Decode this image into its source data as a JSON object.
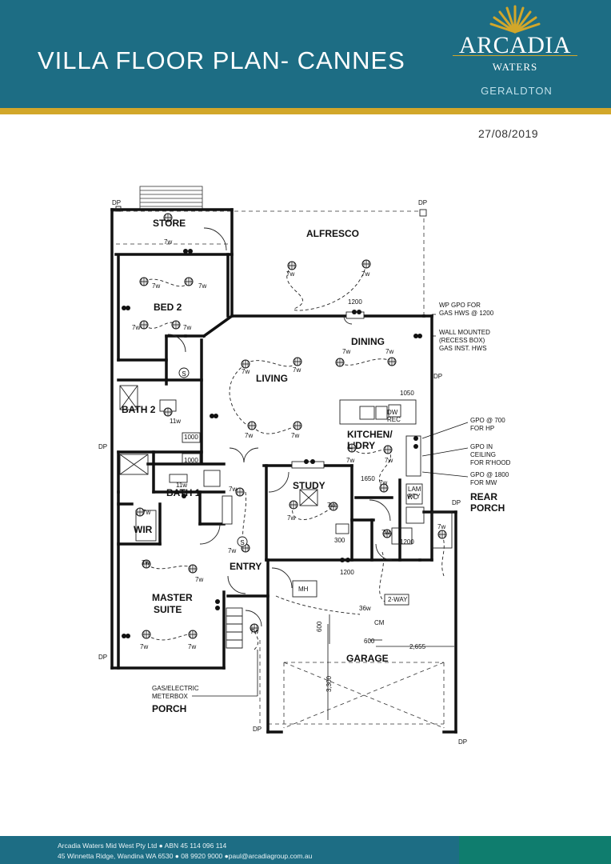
{
  "header": {
    "title": "VILLA FLOOR PLAN- CANNES",
    "logo_name": "ARCADIA",
    "logo_sub": "WATERS",
    "location": "GERALDTON"
  },
  "date": "27/08/2019",
  "rooms": {
    "store": "STORE",
    "alfresco": "ALFRESCO",
    "bed2": "BED 2",
    "dining": "DINING",
    "living": "LIVING",
    "bath2": "BATH 2",
    "kitchen_1": "KITCHEN/",
    "kitchen_2": "L'DRY",
    "study": "STUDY",
    "bath1": "BATH 1",
    "wir": "WIR",
    "entry": "ENTRY",
    "master_1": "MASTER",
    "master_2": "SUITE",
    "garage": "GARAGE",
    "porch": "PORCH",
    "rear_porch_1": "REAR",
    "rear_porch_2": "PORCH"
  },
  "labels": {
    "dp": "DP",
    "w7": "7w",
    "w11": "11w",
    "w36": "36w",
    "s": "S",
    "dim_1200": "1200",
    "dim_1050": "1050",
    "dim_1000": "1000",
    "dim_1650": "1650",
    "dim_300": "300",
    "dim_600": "600",
    "dim_2655": "2,655",
    "dim_3300": "3,300",
    "dw": "DW",
    "rec": "REC",
    "mh": "MH",
    "cm": "CM",
    "two_way": "2-WAY",
    "wc": "WC",
    "lam_1": "LAM",
    "lam_2": "PTY",
    "meterbox_1": "GAS/ELECTRIC",
    "meterbox_2": "METERBOX"
  },
  "notes": {
    "n1_a": "WP GPO FOR",
    "n1_b": "GAS HWS @ 1200",
    "n2_a": "WALL MOUNTED",
    "n2_b": "(RECESS BOX)",
    "n2_c": "GAS INST. HWS",
    "n3_a": "GPO @ 700",
    "n3_b": "FOR HP",
    "n4_a": "GPO IN",
    "n4_b": "CEILING",
    "n4_c": "FOR R'HOOD",
    "n5_a": "GPO @ 1800",
    "n5_b": "FOR MW"
  },
  "footer": {
    "line1": "Arcadia Waters Mid West Pty Ltd ● ABN 45 114 096 114",
    "line2": "45 Winnetta Ridge, Wandina WA 6530 ● 08 9920 9000 ●paul@arcadiagroup.com.au"
  },
  "colors": {
    "header": "#1d6d84",
    "gold": "#d2a72a",
    "footer_accent": "#0f7d6e"
  }
}
